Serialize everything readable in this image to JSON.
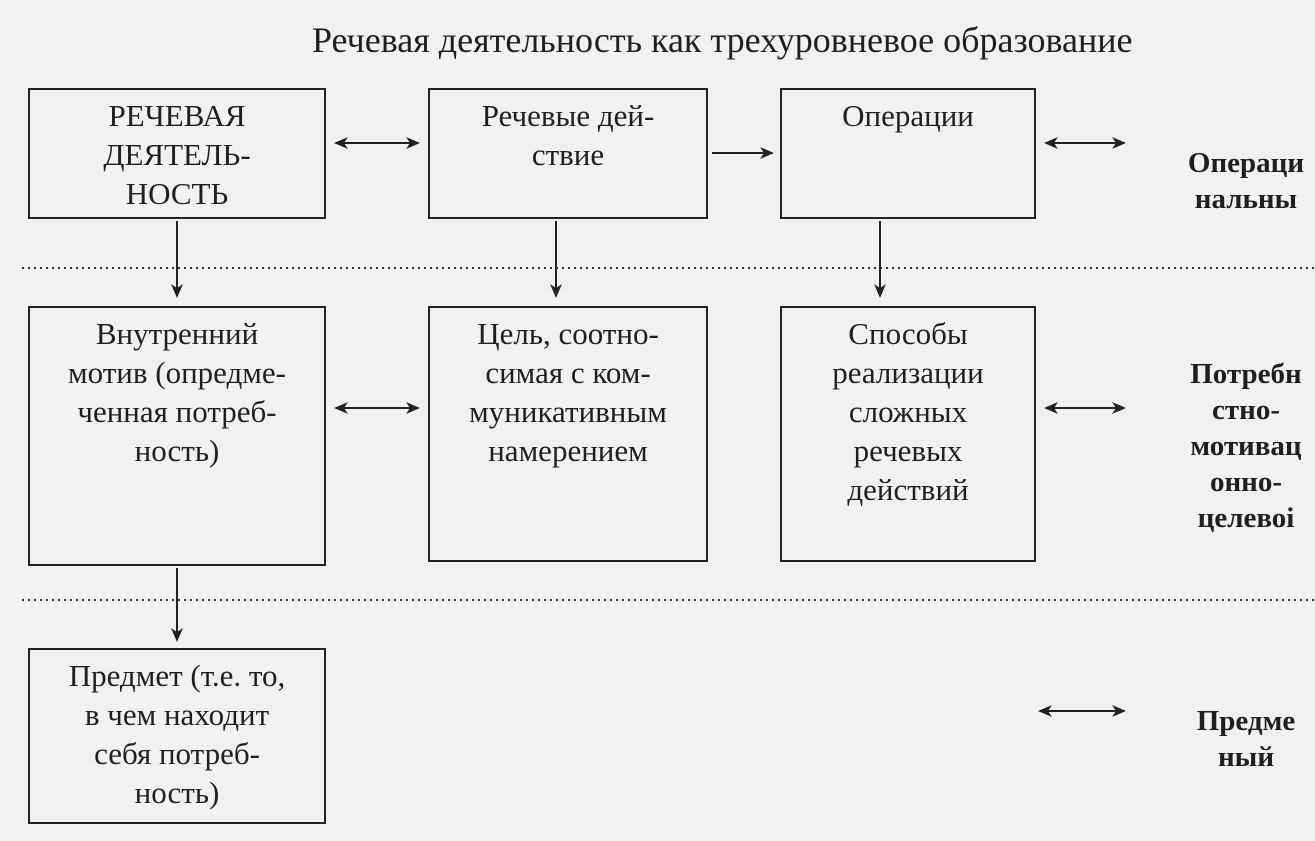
{
  "title": "Речевая деятельность как трехуровневое образование",
  "boxes": {
    "speech_activity": [
      "РЕЧЕВАЯ",
      "ДЕЯТЕЛЬ-",
      "НОСТЬ"
    ],
    "speech_actions": [
      "Речевые дей-",
      "ствие"
    ],
    "operations": [
      "Операции"
    ],
    "inner_motive": [
      "Внутренний",
      "мотив (опредме-",
      "ченная потреб-",
      "ность)"
    ],
    "goal": [
      "Цель, соотно-",
      "симая с ком-",
      "муникативным",
      "намерением"
    ],
    "methods": [
      "Способы",
      "реализации",
      "сложных",
      "речевых",
      "действий"
    ],
    "subject": [
      "Предмет (т.е. то,",
      "в чем находит",
      "себя потреб-",
      "ность)"
    ]
  },
  "levels": {
    "operational": [
      "Операци",
      "нальны"
    ],
    "need_motivational": [
      "Потребн",
      "стно-",
      "мотивац",
      "онно-",
      "целевоі"
    ],
    "subject": [
      "Предме",
      "ный"
    ]
  }
}
